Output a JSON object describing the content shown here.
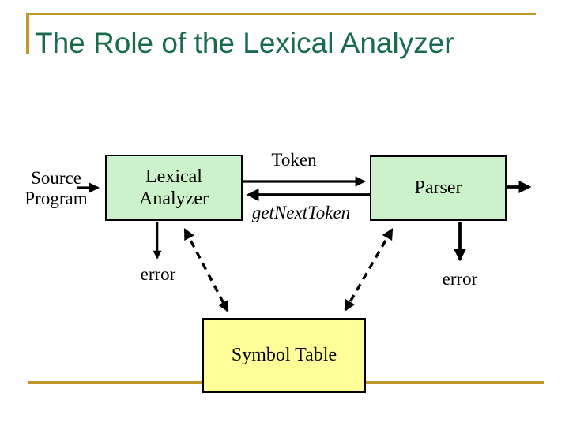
{
  "slide": {
    "title": "The Role of the Lexical Analyzer",
    "colors": {
      "title_green": "#186C4B",
      "accent_gold": "#C0992B",
      "node_green_fill": "#CCF2CC",
      "node_yellow_fill": "#FFFF99",
      "arrow_black": "#000000"
    }
  },
  "diagram": {
    "source_program": {
      "line1": "Source",
      "line2": "Program"
    },
    "lexical_analyzer": {
      "line1": "Lexical",
      "line2": "Analyzer"
    },
    "token_label": "Token",
    "get_next_token_label": "getNextToken",
    "parser_label": "Parser",
    "error_left_label": "error",
    "error_right_label": "error",
    "symbol_table_label": "Symbol Table"
  }
}
